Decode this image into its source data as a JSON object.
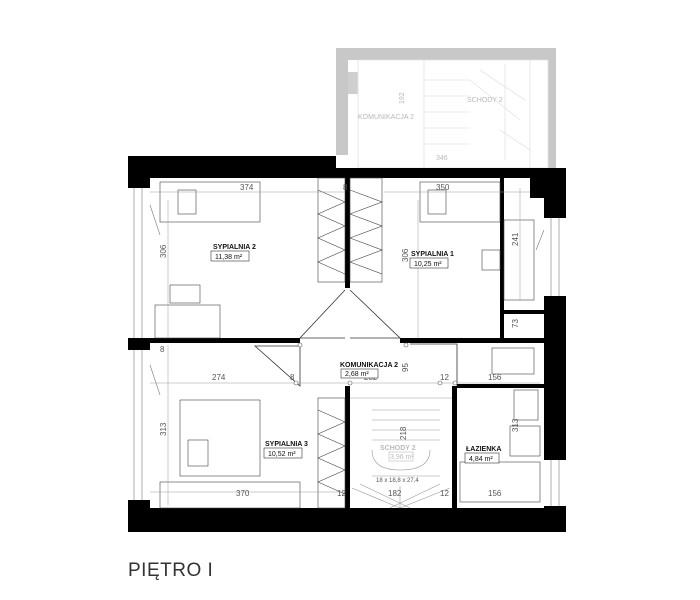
{
  "floor_label": "PIĘTRO I",
  "rooms": {
    "sypialnia2": {
      "name": "SYPIALNIA 2",
      "area": "11,38 m²"
    },
    "sypialnia1": {
      "name": "SYPIALNIA 1",
      "area": "10,25 m²"
    },
    "komunikacja2": {
      "name": "KOMUNIKACJA 2",
      "area": "2,68 m²"
    },
    "sypialnia3": {
      "name": "SYPIALNIA 3",
      "area": "10,52 m²"
    },
    "lazienka": {
      "name": "ŁAZIENKA",
      "area": "4,84 m²"
    },
    "schody2": {
      "name": "SCHODY 2",
      "area": "3,96 m²"
    }
  },
  "ghost": {
    "komunikacja2": "KOMUNIKACJA 2",
    "schody2": "SCHODY 2",
    "dim_192": "192",
    "dim_346": "346"
  },
  "stair_note": "18 x 18,8 x 27,4",
  "dims": {
    "d374": "374",
    "d8a": "8",
    "d350": "350",
    "d306a": "306",
    "d306b": "306",
    "d241": "241",
    "d73": "73",
    "d8b": "8",
    "d8c": "8",
    "d274": "274",
    "d282": "282",
    "d12a": "12",
    "d156a": "156",
    "d95": "95",
    "d313a": "313",
    "d218": "218",
    "d313b": "313",
    "d370": "370",
    "d12b": "12",
    "d182": "182",
    "d12c": "12",
    "d156b": "156"
  }
}
